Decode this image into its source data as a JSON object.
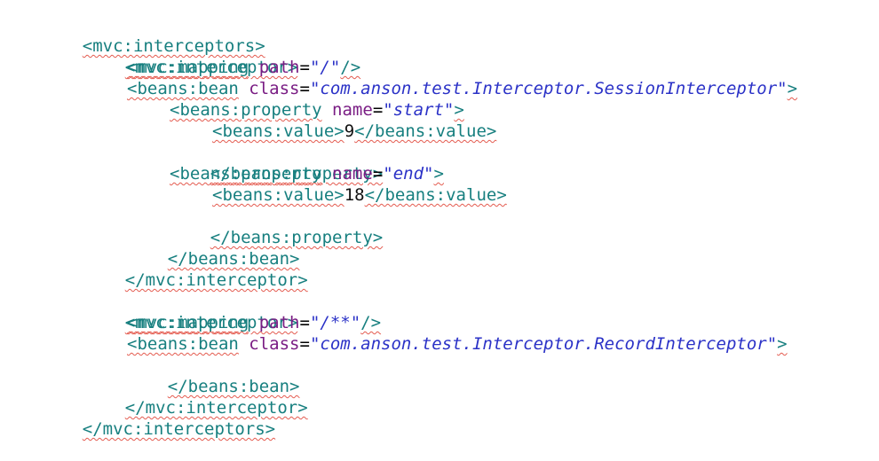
{
  "editor": {
    "lines": [
      {
        "indent": 0,
        "tag_open": "<mvc:interceptors>"
      },
      {
        "indent": 1,
        "tag_open": "<mvc:interceptor>"
      },
      {
        "indent": 2,
        "tag_start": "<mvc:mapping",
        "attr_name": "path",
        "equals": "=",
        "attr_value": "\"/\"",
        "tag_end": "/>"
      },
      {
        "indent": 2,
        "tag_start": "<beans:bean",
        "attr_name": "class",
        "equals": "=",
        "attr_value": "\"com.anson.test.Interceptor.SessionInterceptor\"",
        "tag_end": ">"
      },
      {
        "indent": 3,
        "tag_start": "<beans:property",
        "attr_name": "name",
        "equals": "=",
        "attr_value": "\"start\"",
        "tag_end": ">"
      },
      {
        "indent": 4,
        "tag_open": "<beans:value>",
        "text": "9",
        "tag_close": "</beans:value>"
      },
      {
        "indent": 3,
        "tag_open": "</beans:property>"
      },
      {
        "indent": 3,
        "tag_start": "<beans:property",
        "attr_name": "name",
        "equals": "=",
        "attr_value": "\"end\"",
        "tag_end": ">"
      },
      {
        "indent": 4,
        "tag_open": "<beans:value>",
        "text": "18",
        "tag_close": "</beans:value>"
      },
      {
        "indent": 3,
        "tag_open": "</beans:property>"
      },
      {
        "indent": 2,
        "tag_open": "</beans:bean>"
      },
      {
        "indent": 1,
        "tag_open": "</mvc:interceptor>"
      },
      {
        "indent": 0,
        "blank": true
      },
      {
        "indent": 1,
        "tag_open": "<mvc:interceptor>"
      },
      {
        "indent": 2,
        "tag_start": "<mvc:mapping",
        "attr_name": "path",
        "equals": "=",
        "attr_value": "\"/**\"",
        "tag_end": "/>"
      },
      {
        "indent": 2,
        "tag_start": "<beans:bean",
        "attr_name": "class",
        "equals": "=",
        "attr_value": "\"com.anson.test.Interceptor.RecordInterceptor\"",
        "tag_end": ">"
      },
      {
        "indent": 2,
        "tag_open": "</beans:bean>"
      },
      {
        "indent": 1,
        "tag_open": "</mvc:interceptor>"
      },
      {
        "indent": 0,
        "tag_open": "</mvc:interceptors>"
      }
    ]
  },
  "colors": {
    "tag": "#177f7f",
    "attribute_name": "#7a1d84",
    "attribute_value": "#2b32c7",
    "text": "#111111",
    "spellcheck_underline": "#e45b4f",
    "background": "#ffffff"
  }
}
